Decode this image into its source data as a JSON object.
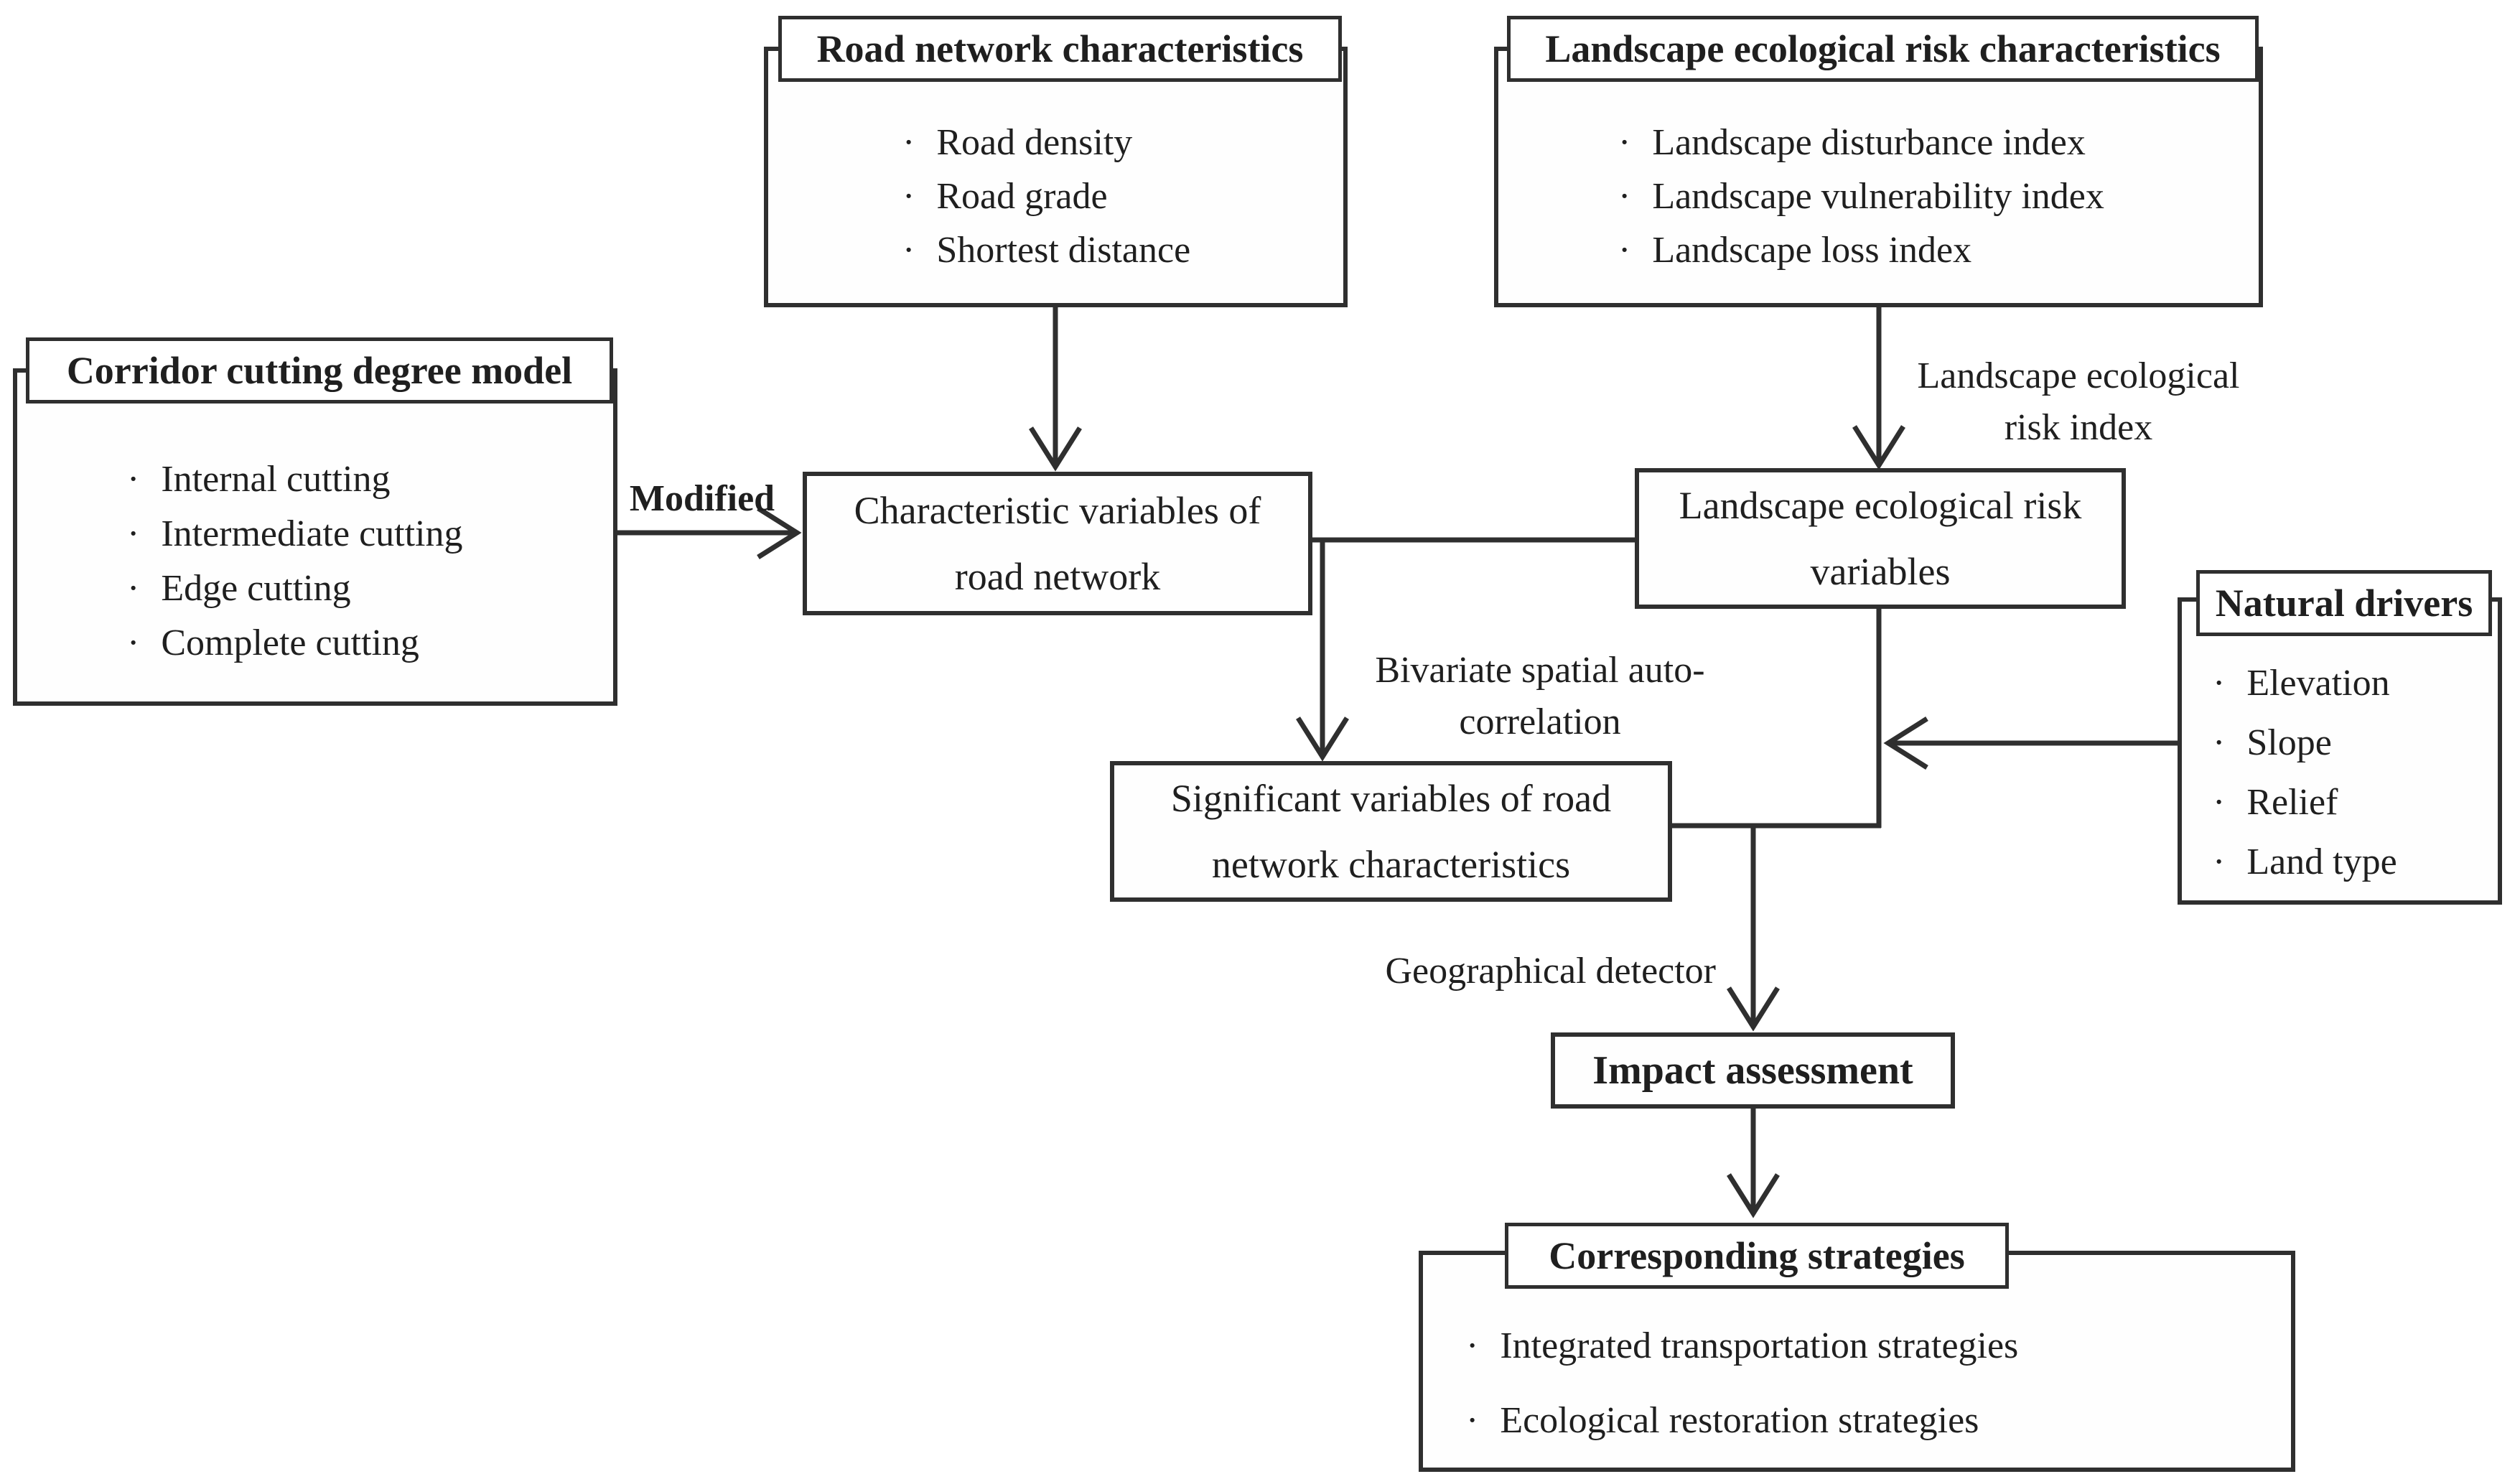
{
  "figure": {
    "boxes": {
      "road_network": {
        "title": "Road network characteristics",
        "items": [
          "Road density",
          "Road grade",
          "Shortest distance"
        ]
      },
      "landscape_risk": {
        "title": "Landscape ecological risk characteristics",
        "items": [
          "Landscape disturbance index",
          "Landscape vulnerability index",
          "Landscape loss index"
        ]
      },
      "corridor": {
        "title": "Corridor cutting degree model",
        "items": [
          "Internal cutting",
          "Intermediate cutting",
          "Edge cutting",
          "Complete cutting"
        ]
      },
      "char_vars": {
        "label": "Characteristic variables of road network"
      },
      "risk_vars": {
        "label": "Landscape ecological risk variables"
      },
      "natural": {
        "title": "Natural drivers",
        "items": [
          "Elevation",
          "Slope",
          "Relief",
          "Land type"
        ]
      },
      "significant": {
        "label": "Significant variables of road network characteristics"
      },
      "impact": {
        "label": "Impact assessment"
      },
      "strategies": {
        "title": "Corresponding strategies",
        "items": [
          "Integrated transportation strategies",
          "Ecological restoration strategies"
        ]
      }
    },
    "labels": {
      "modified": "Modified",
      "risk_index": "Landscape ecological risk index",
      "bivariate": "Bivariate spatial auto-correlation",
      "detector": "Geographical detector"
    },
    "colors": {
      "ink": "#2f2f2f",
      "background": "#ffffff",
      "box_fill": "#fefefe"
    }
  }
}
